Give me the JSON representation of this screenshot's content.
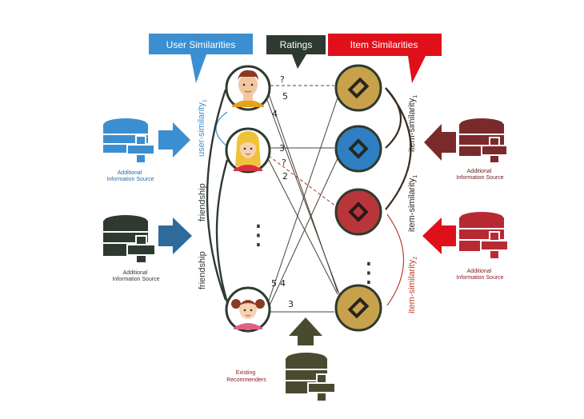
{
  "callouts": {
    "user_similarities": "User Similarities",
    "ratings": "Ratings",
    "item_similarities": "Item Similarities"
  },
  "labels": {
    "user_similarity": "user-similarity",
    "user_similarity_sub": "1",
    "friendship_top": "friendship",
    "friendship_bottom": "friendship",
    "item_similarity_top": "item-similarity",
    "item_similarity_top_sub": "1",
    "item_similarity_mid": "item-similarity",
    "item_similarity_mid_sub": "1",
    "item_similarity_bottom": "item-similarity",
    "item_similarity_bottom_sub": "2"
  },
  "sources": {
    "top_left": [
      "Additional",
      "Information Source"
    ],
    "bottom_left": [
      "Additional",
      "Information Source"
    ],
    "top_right": [
      "Additional",
      "Information Source"
    ],
    "bottom_right": [
      "Additional",
      "Information Source"
    ],
    "bottom_center": [
      "Existing",
      "Recommenders"
    ]
  },
  "ratings": {
    "q1": "?",
    "r5a": "5",
    "r4a": "4",
    "r3a": "3",
    "q2": "?",
    "r2": "2",
    "r5b": "5",
    "r4b": "4",
    "r3b": "3"
  },
  "ellipsis": {
    "users": "⋮",
    "items": "⋮"
  },
  "colors": {
    "blue": "#3b8fd0",
    "dark": "#2e3a2f",
    "red": "#e0101a",
    "maroon": "#7a2a2a",
    "crimson": "#b82a33",
    "gold": "#c8a24a",
    "item_blue": "#2f7fc2",
    "item_red": "#b8363a"
  }
}
